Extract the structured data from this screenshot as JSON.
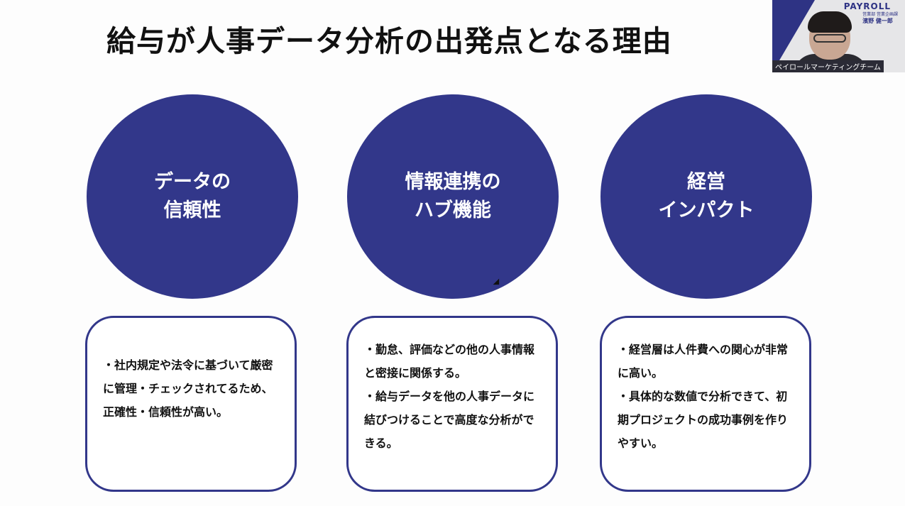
{
  "slide": {
    "title": "給与が人事データ分析の出発点となる理由",
    "circles": [
      {
        "text": "データの\n信頼性"
      },
      {
        "text": "情報連携の\nハブ機能"
      },
      {
        "text": "経営\nインパクト"
      }
    ],
    "boxes": [
      {
        "lines": [
          "・社内規定や法令に基づいて厳密に管理・チェックされてるため、正確性・信頼性が高い。"
        ]
      },
      {
        "lines": [
          "・勤怠、評価などの他の人事情報と密接に関係する。",
          "・給与データを他の人事データに結びつけることで高度な分析ができる。"
        ]
      },
      {
        "lines": [
          "・経営層は人件費への関心が非常に高い。",
          "・具体的な数値で分析できて、初期プロジェクトの成功事例を作りやすい。"
        ]
      }
    ]
  },
  "camera": {
    "logo": "PAYROLL",
    "dept": "営業部 営業企画課",
    "person_name": "濱野 健一郎",
    "label": "ペイロールマーケティングチーム"
  },
  "colors": {
    "navy": "#32378a"
  }
}
